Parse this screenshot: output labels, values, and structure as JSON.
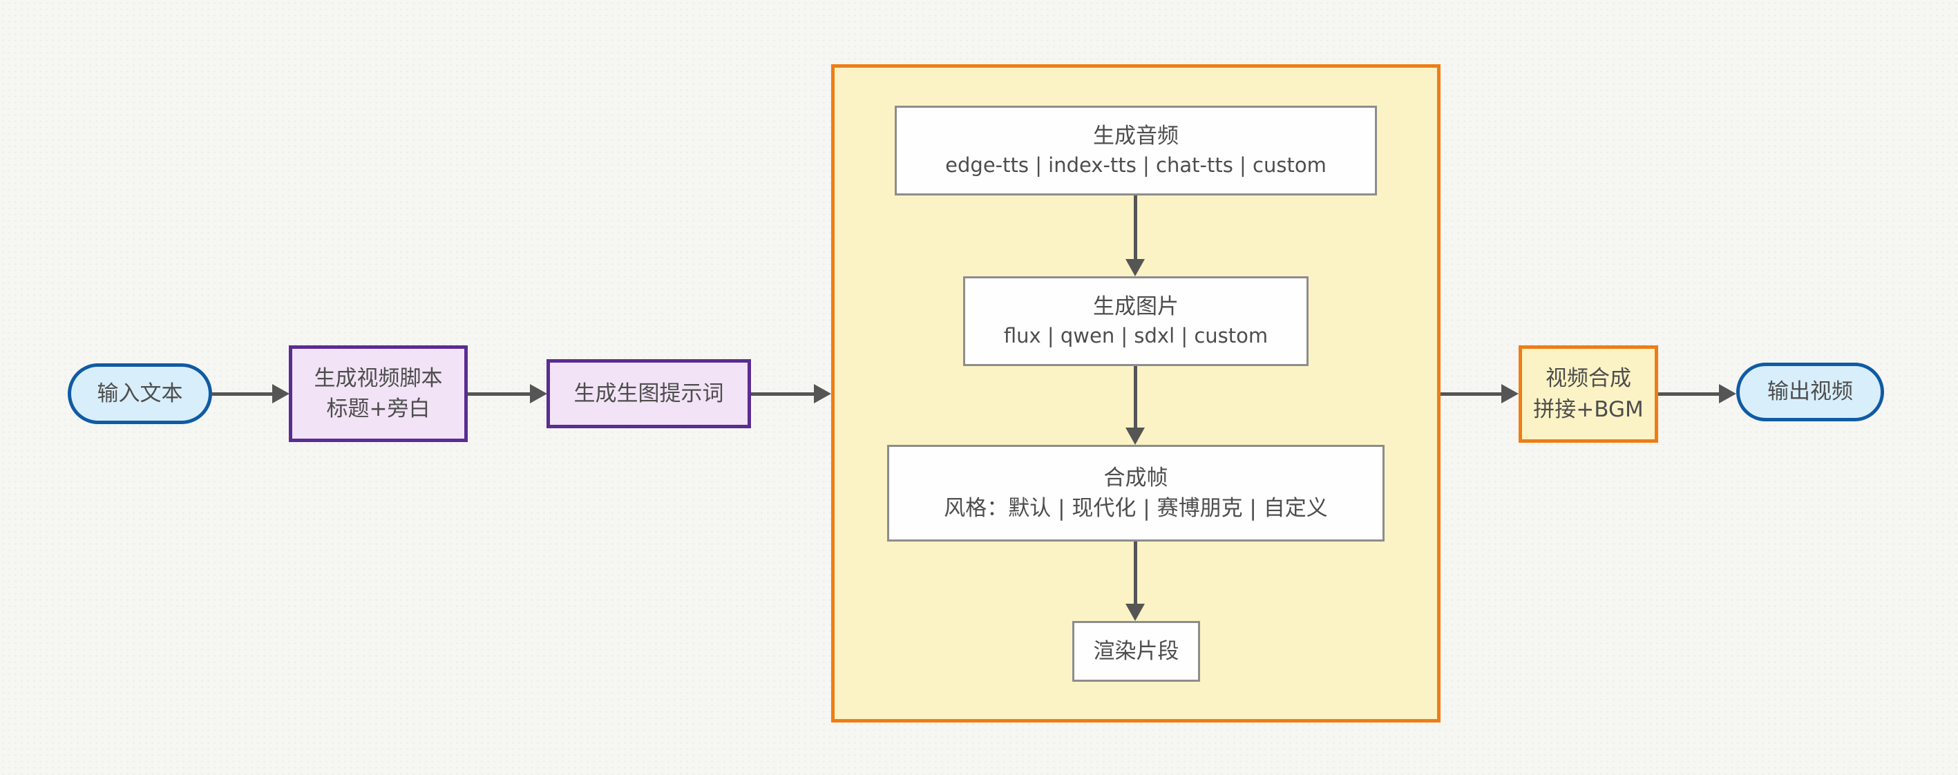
{
  "diagram": {
    "type": "flowchart",
    "direction": "left-to-right",
    "nodes": {
      "input": {
        "shape": "stadium",
        "label": "输入文本"
      },
      "script": {
        "shape": "rect",
        "line1": "生成视频脚本",
        "line2": "标题+旁白"
      },
      "prompt": {
        "shape": "rect",
        "label": "生成生图提示词"
      },
      "audio": {
        "shape": "rect",
        "line1": "生成音频",
        "line2": "edge-tts | index-tts | chat-tts | custom"
      },
      "image": {
        "shape": "rect",
        "line1": "生成图片",
        "line2": "flux | qwen | sdxl | custom"
      },
      "frame": {
        "shape": "rect",
        "line1": "合成帧",
        "line2": "风格：默认 | 现代化 | 赛博朋克 | 自定义"
      },
      "render": {
        "shape": "rect",
        "label": "渲染片段"
      },
      "merge": {
        "shape": "rect",
        "line1": "视频合成",
        "line2": "拼接+BGM"
      },
      "output": {
        "shape": "stadium",
        "label": "输出视频"
      }
    },
    "edges": [
      {
        "from": "input",
        "to": "script"
      },
      {
        "from": "script",
        "to": "prompt"
      },
      {
        "from": "prompt",
        "to": "subgraph"
      },
      {
        "from": "audio",
        "to": "image"
      },
      {
        "from": "image",
        "to": "frame"
      },
      {
        "from": "frame",
        "to": "render"
      },
      {
        "from": "subgraph",
        "to": "merge"
      },
      {
        "from": "merge",
        "to": "output"
      }
    ],
    "colors": {
      "background": "#f6f6f3",
      "arrow": "#555555",
      "text": "#4d4d4d",
      "stadium_fill": "#d8eefb",
      "stadium_border": "#0f5ba4",
      "purple_fill": "#f2e3f6",
      "purple_border": "#5a2d91",
      "subgraph_fill": "#fbf3c5",
      "subgraph_border": "#ee7d17",
      "white_fill": "#fefefe",
      "white_border": "#8d8d8d"
    }
  }
}
